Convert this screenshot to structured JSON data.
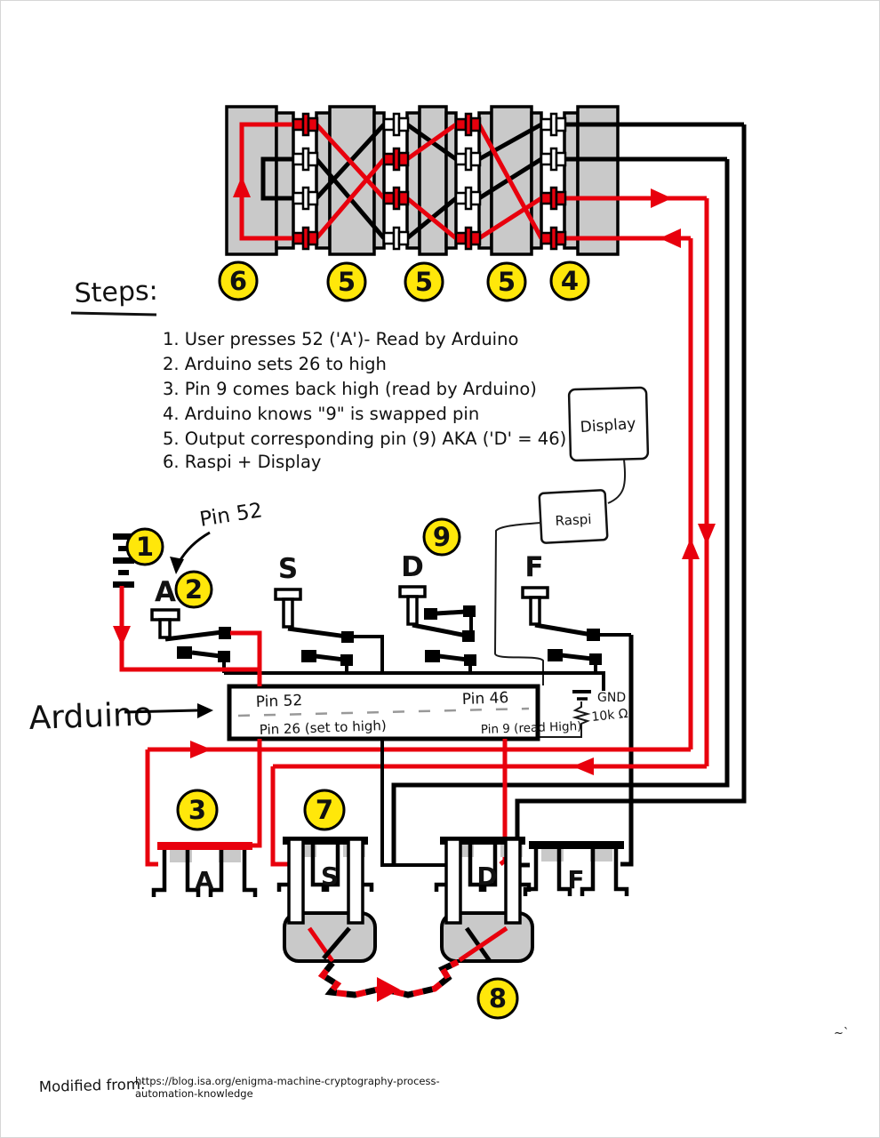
{
  "page": {
    "stray_mark": "~`"
  },
  "colors": {
    "wire_red": "#e8000d",
    "block_gray": "#c9c9c9",
    "badge_yellow": "#ffe70a"
  },
  "rotor_badges": {
    "reflector": "6",
    "rotor1": "5",
    "rotor2": "5",
    "rotor3": "5",
    "entry_plate": "4"
  },
  "steps": {
    "heading": "Steps:",
    "items": [
      "1. User presses 52 ('A')- Read by Arduino",
      "2. Arduino sets 26 to high",
      "3. Pin 9 comes back high (read by Arduino)",
      "4. Arduino knows \"9\" is swapped pin",
      "5. Output corresponding pin (9) AKA ('D' = 46)",
      "6. Raspi + Display"
    ]
  },
  "boxes": {
    "display": "Display",
    "raspi": "Raspi"
  },
  "keyboard": {
    "pin_label": "Pin 52",
    "keys": {
      "a": "A",
      "s": "S",
      "d": "D",
      "f": "F"
    },
    "badges": {
      "battery": "1",
      "key_a": "2",
      "key_d": "9"
    }
  },
  "arduino": {
    "label": "Arduino",
    "pin_top_left": "Pin 52",
    "pin_top_right": "Pin 46",
    "pin_bottom_left": "Pin 26 (set to high)",
    "pin_bottom_right": "Pin 9 (read High)"
  },
  "ground": {
    "gnd_label": "GND",
    "resistor_label": "10k Ω"
  },
  "sockets": {
    "labels": {
      "a": "A",
      "s": "S",
      "d": "D",
      "f": "F"
    },
    "badges": {
      "socket_a": "3",
      "socket_s": "7",
      "cable": "8"
    }
  },
  "footer": {
    "modified_from": "Modified from:",
    "url_line1": "https://blog.isa.org/enigma-machine-cryptography-process-",
    "url_line2": "automation-knowledge"
  }
}
